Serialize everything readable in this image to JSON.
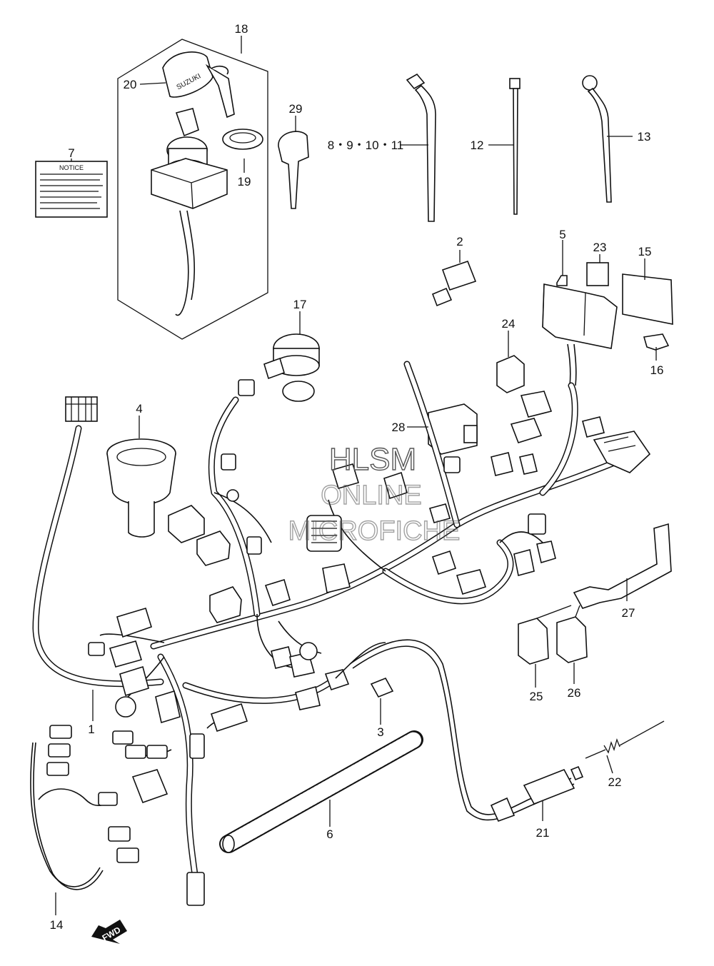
{
  "callouts": [
    {
      "id": "c1",
      "text": "1"
    },
    {
      "id": "c2",
      "text": "2"
    },
    {
      "id": "c3",
      "text": "3"
    },
    {
      "id": "c4",
      "text": "4"
    },
    {
      "id": "c5",
      "text": "5"
    },
    {
      "id": "c6",
      "text": "6"
    },
    {
      "id": "c7",
      "text": "7"
    },
    {
      "id": "c8",
      "text": "8・9・10・11"
    },
    {
      "id": "c12",
      "text": "12"
    },
    {
      "id": "c13",
      "text": "13"
    },
    {
      "id": "c14",
      "text": "14"
    },
    {
      "id": "c15",
      "text": "15"
    },
    {
      "id": "c16",
      "text": "16"
    },
    {
      "id": "c17",
      "text": "17"
    },
    {
      "id": "c18",
      "text": "18"
    },
    {
      "id": "c19",
      "text": "19"
    },
    {
      "id": "c20",
      "text": "20"
    },
    {
      "id": "c21",
      "text": "21"
    },
    {
      "id": "c22",
      "text": "22"
    },
    {
      "id": "c23",
      "text": "23"
    },
    {
      "id": "c24",
      "text": "24"
    },
    {
      "id": "c25",
      "text": "25"
    },
    {
      "id": "c26",
      "text": "26"
    },
    {
      "id": "c27",
      "text": "27"
    },
    {
      "id": "c28",
      "text": "28"
    },
    {
      "id": "c29",
      "text": "29"
    }
  ],
  "notice_label": "NOTICE",
  "key_brand": "SUZUKI",
  "direction_arrow": "FWD",
  "watermark": [
    "HLSM",
    "ONLINE",
    "MICROFICHE"
  ]
}
